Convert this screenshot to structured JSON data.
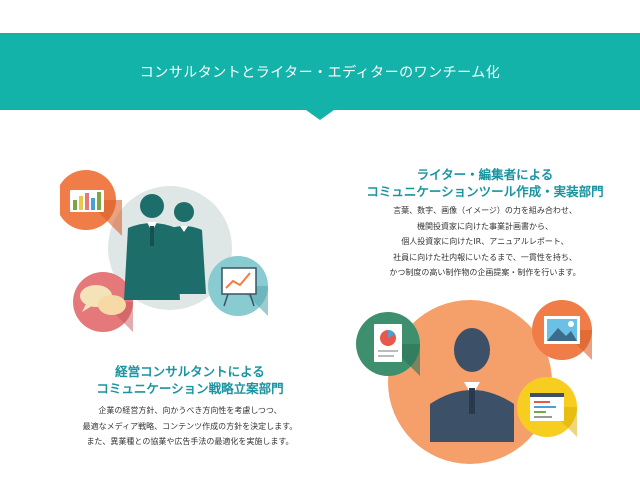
{
  "banner": {
    "title": "コンサルタントとライター・エディターのワンチーム化",
    "color": "#14b3aa"
  },
  "left_section": {
    "title_line1": "経営コンサルタントによる",
    "title_line2": "コミュニケーション戦略立案部門",
    "body_line1": "企業の経営方針、向かうべき方向性を考慮しつつ、",
    "body_line2": "最適なメディア戦略、コンテンツ作成の方針を決定します。",
    "body_line3": "また、異業種との協業や広告手法の最適化を実施します。",
    "icons": [
      "bar-chart-icon",
      "speech-bubbles-icon",
      "presentation-board-icon",
      "businessmen-icon"
    ]
  },
  "right_section": {
    "title_line1": "ライター・編集者による",
    "title_line2": "コミュニケーションツール作成・実装部門",
    "body_line1": "言葉、数字、画像（イメージ）の力を組み合わせ、",
    "body_line2": "機関投資家に向けた事業計画書から、",
    "body_line3": "個人投資家に向けたIR、アニュアルレポート、",
    "body_line4": "社員に向けた社内報にいたるまで、一貫性を持ち、",
    "body_line5": "かつ制度の高い制作物の企画提案・制作を行います。",
    "icons": [
      "document-chart-icon",
      "image-icon",
      "text-editor-icon",
      "person-icon"
    ]
  },
  "colors": {
    "title": "#1a94a0",
    "orange": "#f07c47",
    "pink": "#e5787a",
    "teal_dark": "#1d6e6a",
    "peach": "#f5a06a",
    "yellow": "#f7cd20",
    "steel": "#3c5068"
  }
}
